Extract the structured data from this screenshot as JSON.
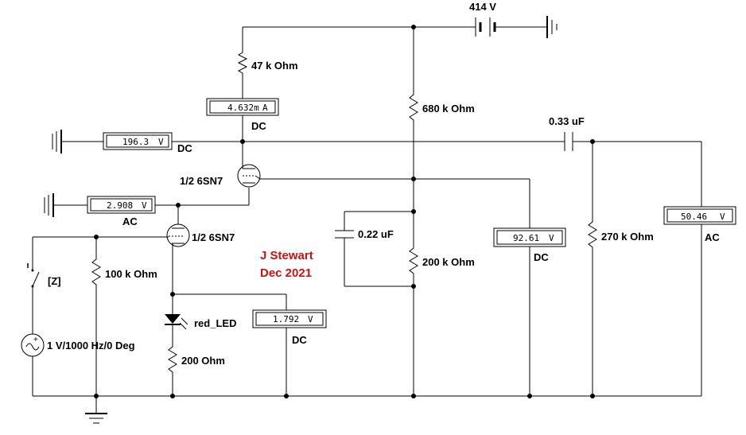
{
  "supply": {
    "voltage": "414 V"
  },
  "resistors": {
    "r_anode": "47 k Ohm",
    "r_divider_top": "680 k Ohm",
    "r_divider_bottom": "200 k Ohm",
    "r_output": "270 k Ohm",
    "r_grid": "100 k Ohm",
    "r_led": "200  Ohm"
  },
  "capacitors": {
    "c_coupling": "0.33 uF",
    "c_bypass": "0.22 uF"
  },
  "tubes": {
    "upper": "1/2 6SN7",
    "lower": "1/2 6SN7"
  },
  "led": {
    "label": "red_LED"
  },
  "source": {
    "label": "1 V/1000 Hz/0 Deg"
  },
  "switch": {
    "key": "[Z]"
  },
  "meters": {
    "anode_current": {
      "value": "4.632m",
      "unit": "A",
      "mode": "DC"
    },
    "anode_voltage": {
      "value": "196.3",
      "unit": "V",
      "mode": "DC"
    },
    "cathode_ac": {
      "value": "2.908",
      "unit": "V",
      "mode": "AC"
    },
    "led_voltage": {
      "value": "1.792",
      "unit": "V",
      "mode": "DC"
    },
    "grid_voltage": {
      "value": "92.61",
      "unit": "V",
      "mode": "DC"
    },
    "output_ac": {
      "value": "50.46",
      "unit": "V",
      "mode": "AC"
    }
  },
  "signature": {
    "name": "J Stewart",
    "date": "Dec 2021",
    "color": "#cc1111"
  }
}
